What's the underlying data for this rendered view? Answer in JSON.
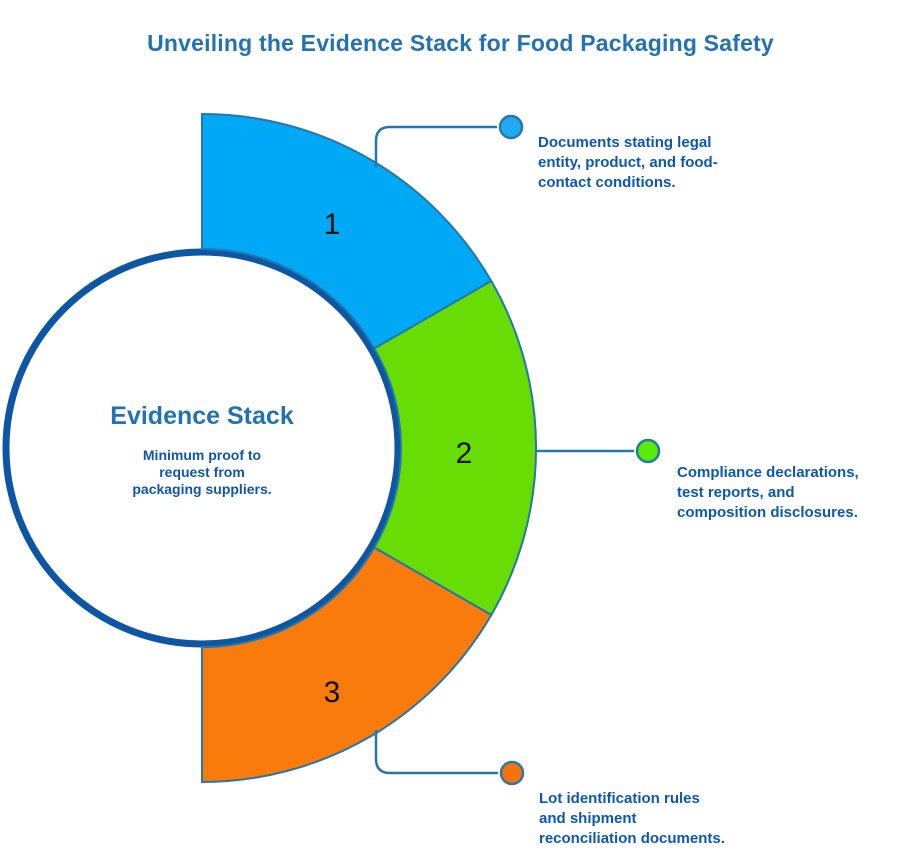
{
  "title": "Unveiling the Evidence Stack for Food Packaging Safety",
  "center": {
    "heading": "Evidence Stack",
    "description": "Minimum proof to\nrequest from\npackaging suppliers."
  },
  "segments": [
    {
      "number": "1",
      "color": "#00A9F6",
      "dot_color": "#1FAAF3",
      "description": "Documents stating legal\nentity, product, and food-\ncontact conditions."
    },
    {
      "number": "2",
      "color": "#68DD04",
      "dot_color": "#58EC04",
      "description": "Compliance declarations,\ntest reports, and\ncomposition disclosures."
    },
    {
      "number": "3",
      "color": "#F87B0B",
      "dot_color": "#F7720A",
      "description": "Lot identification rules\nand shipment\nreconciliation documents."
    }
  ],
  "colors": {
    "background": "#FFFFFF",
    "title_text": "#2272B4",
    "center_heading_text": "#2173B4",
    "center_description_text": "#0F56A8",
    "callout_text": "#0B58B2",
    "ring_stroke": "#0D56A4",
    "segment_outline": "#2477AD",
    "connector_line": "#2477AD",
    "number_text": "#0D0D0D"
  }
}
